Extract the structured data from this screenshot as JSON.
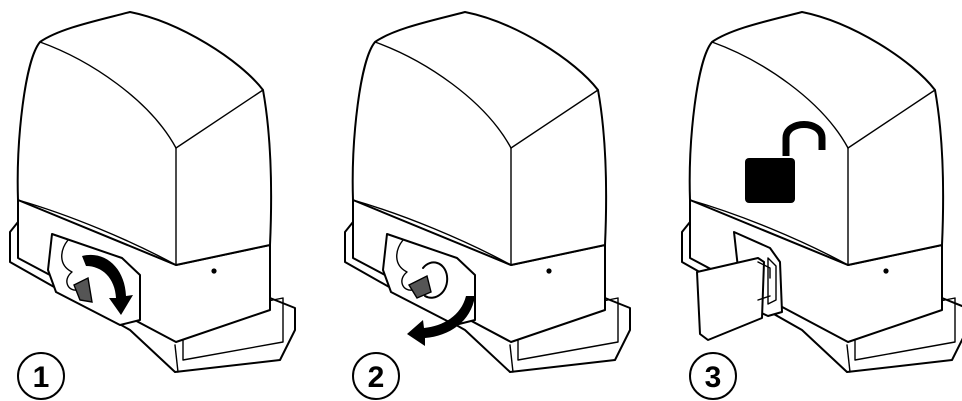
{
  "steps": [
    {
      "number": "1",
      "action": "rotate-key",
      "arrow": "curved-down-right"
    },
    {
      "number": "2",
      "action": "pull-lever",
      "arrow": "curved-left"
    },
    {
      "number": "3",
      "action": "unlocked",
      "icon": "padlock-open-icon"
    }
  ],
  "colors": {
    "line": "#000000",
    "fill": "#ffffff",
    "key_handle": "#555555",
    "icon": "#000000"
  }
}
